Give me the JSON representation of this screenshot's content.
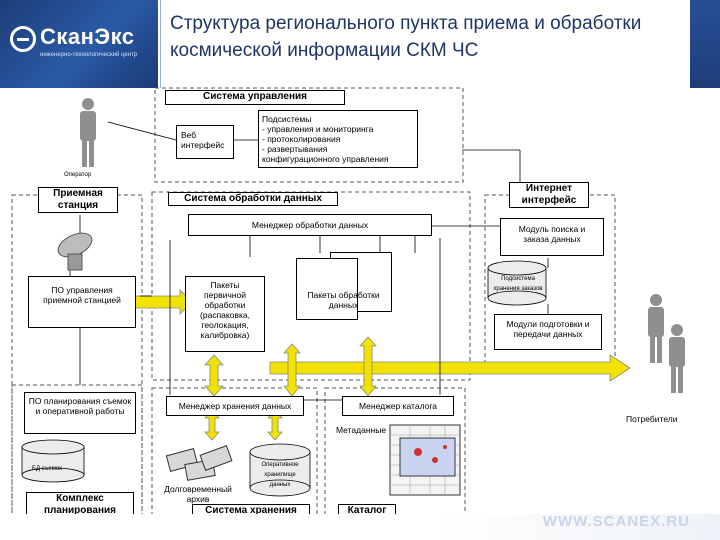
{
  "header": {
    "logo_text": "СканЭкс",
    "logo_sub": "инженерно-технологический центр",
    "title": "Структура регионального пункта приема и обработки космической информации СКМ ЧС"
  },
  "diagram": {
    "control_system": {
      "title": "Система управления",
      "web": "Веб интерфейс",
      "subsystems": "Подсистемы\n - управления и мониторинга\n - протоколирования\n - развертывания\n конфигурационного управления",
      "operator": "Оператор"
    },
    "receiving": {
      "title": "Приемная станция",
      "software": "ПО управления приемной станцией"
    },
    "processing": {
      "title": "Система обработки данных",
      "manager": "Менеджер обработки данных",
      "primary": "Пакеты первичной обработки (распаковка, геолокация, калибровка)",
      "packages": "Пакеты обработки данных"
    },
    "internet": {
      "title": "Интернет интерфейс",
      "search": "Модуль поиска и заказа данных",
      "db": "Подсистема хранения заказов",
      "prep": "Модули подготовки и передачи данных"
    },
    "planning": {
      "title": "Комплекс планирования",
      "software": "ПО планирования съемок и оперативной работы",
      "db": "БД съемок"
    },
    "storage": {
      "title": "Система хранения",
      "manager": "Менеджер хранения данных",
      "archive": "Долговременный архив",
      "operative": "Оперативное хранилище данных"
    },
    "catalog": {
      "title": "Каталог",
      "manager": "Менеджер каталога",
      "metadata": "Метаданные"
    },
    "consumers": "Потребители"
  },
  "footer": {
    "url": "WWW.SCANEX.RU"
  },
  "colors": {
    "arrow": "#f2e200",
    "header_blue": "#1e3566"
  }
}
